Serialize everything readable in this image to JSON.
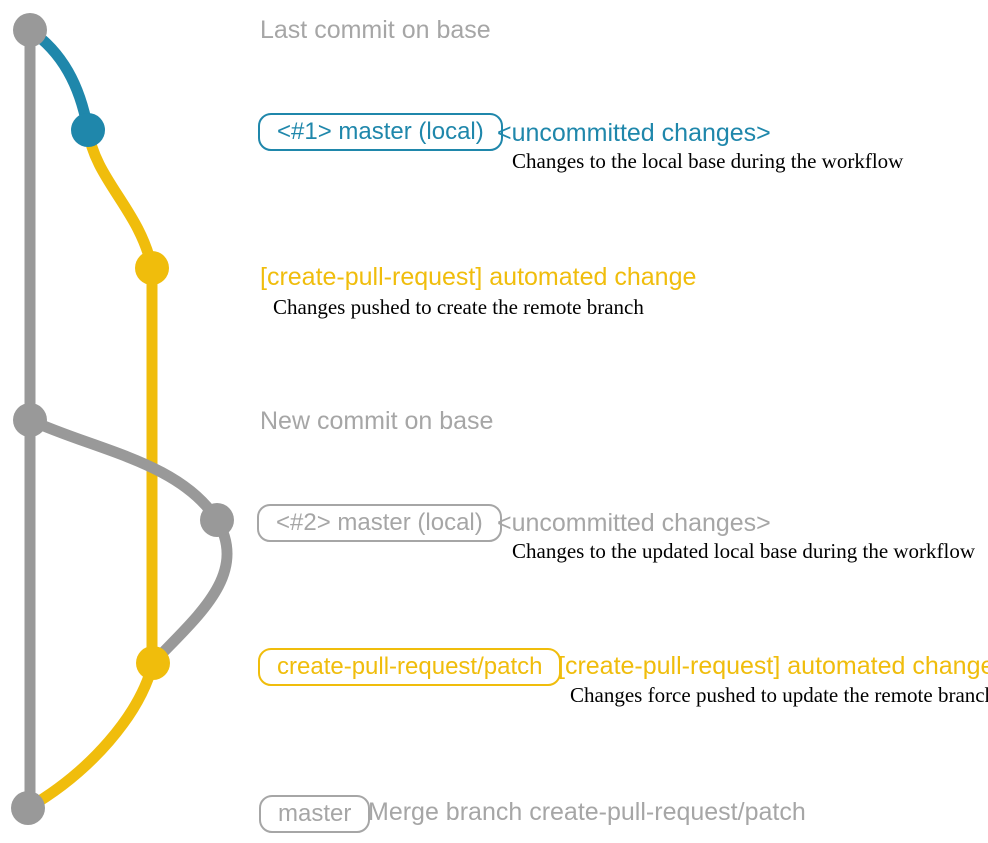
{
  "colors": {
    "base_branch": "#999999",
    "local_branch": "#1f87ab",
    "remote_branch": "#f0bd0c",
    "annotation_gray": "#a6a6a6",
    "description_text": "#000000"
  },
  "graph": {
    "type": "git-graph",
    "branches": [
      {
        "name": "base",
        "color": "#999999"
      },
      {
        "name": "master-local-uncommitted",
        "color": "#1f87ab"
      },
      {
        "name": "create-pull-request-patch",
        "color": "#f0bd0c"
      }
    ],
    "commits": [
      {
        "name": "last-commit-on-base",
        "branch": "base",
        "color": "#999999"
      },
      {
        "name": "uncommitted-changes-1",
        "branch": "master-local-uncommitted",
        "color": "#1f87ab"
      },
      {
        "name": "automated-change-1",
        "branch": "create-pull-request-patch",
        "color": "#f0bd0c"
      },
      {
        "name": "new-commit-on-base",
        "branch": "base",
        "color": "#999999"
      },
      {
        "name": "uncommitted-changes-2",
        "branch": "master-local-uncommitted",
        "color": "#999999"
      },
      {
        "name": "automated-change-2",
        "branch": "create-pull-request-patch",
        "color": "#f0bd0c"
      },
      {
        "name": "merge-commit",
        "branch": "base",
        "color": "#999999"
      }
    ]
  },
  "rows": {
    "row1": {
      "label": "Last commit on base"
    },
    "row2": {
      "pill": "<#1> master (local)",
      "title": "<uncommitted changes>",
      "desc": "Changes to the local base during the workflow"
    },
    "row3": {
      "title": "[create-pull-request] automated change",
      "desc": "Changes pushed to create the remote branch"
    },
    "row4": {
      "label": "New commit on base"
    },
    "row5": {
      "pill": "<#2> master (local)",
      "title": "<uncommitted changes>",
      "desc": "Changes to the updated local base during the workflow"
    },
    "row6": {
      "pill": "create-pull-request/patch",
      "title": "[create-pull-request] automated change",
      "desc": "Changes force pushed to update the remote branch"
    },
    "row7": {
      "pill": "master",
      "label": "Merge branch create-pull-request/patch"
    }
  }
}
